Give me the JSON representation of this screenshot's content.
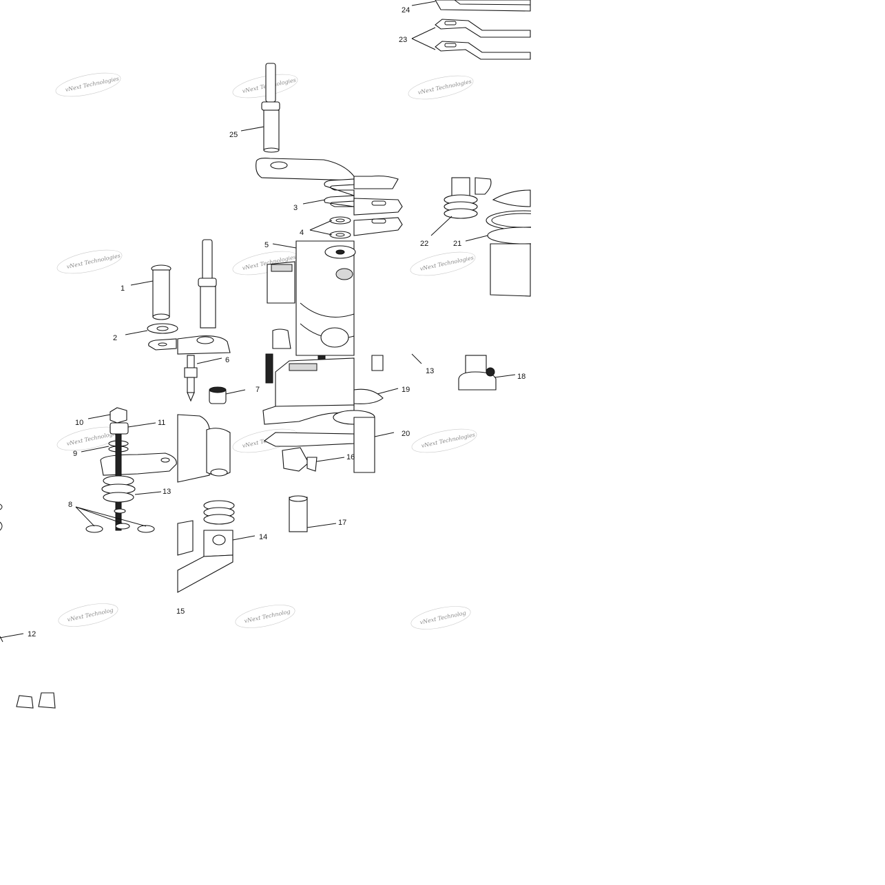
{
  "diagram": {
    "watermark_text": "vNext Technologies",
    "watermark_text_short": "vNext Technolog",
    "callouts": {
      "c1": "1",
      "c2": "2",
      "c3": "3",
      "c4": "4",
      "c5": "5",
      "c6": "6",
      "c7": "7",
      "c8": "8",
      "c9": "9",
      "c10": "10",
      "c11": "11",
      "c12": "12",
      "c13a": "13",
      "c13b": "13",
      "c14": "14",
      "c15": "15",
      "c16": "16",
      "c17": "17",
      "c18": "18",
      "c19": "19",
      "c20": "20",
      "c21": "21",
      "c22": "22",
      "c23": "23",
      "c24": "24",
      "c25": "25"
    }
  }
}
